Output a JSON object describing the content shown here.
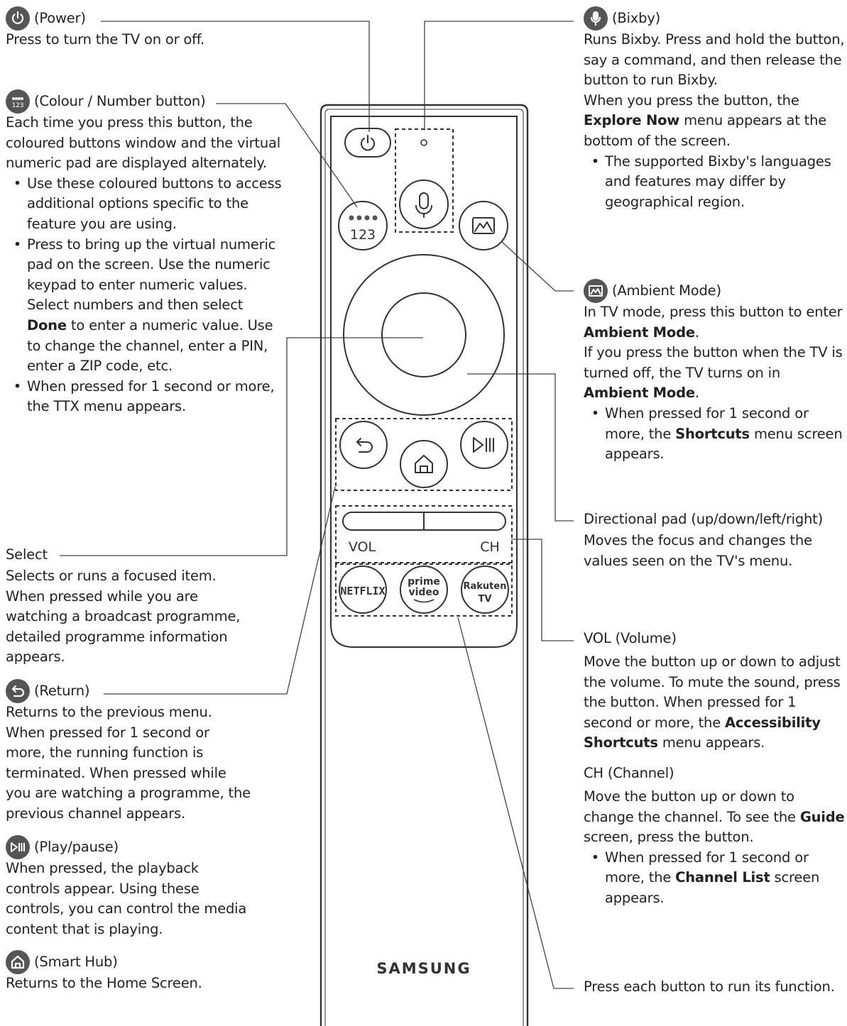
{
  "power": {
    "title": "(Power)",
    "desc": "Press to turn the TV on or off."
  },
  "colour": {
    "title": "(Colour / Number button)",
    "desc": "Each time you press this button, the coloured buttons window and the virtual numeric pad are displayed alternately.",
    "bullet1": "Use these coloured buttons to access additional options specific to the feature you are using.",
    "bullet2_a": "Press to bring up the virtual numeric pad on the screen. Use the numeric keypad to enter numeric values. Select numbers and then select ",
    "bullet2_bold": "Done",
    "bullet2_b": " to enter a numeric value. Use to change the channel, enter a PIN, enter a ZIP code, etc.",
    "bullet3": "When pressed for 1 second or more, the TTX menu appears."
  },
  "select": {
    "title": "Select",
    "desc": "Selects or runs a focused item. When pressed while you are watching a broadcast programme, detailed programme information appears."
  },
  "return": {
    "title": "(Return)",
    "desc": "Returns to the previous menu. When pressed for 1 second or more, the running function is terminated. When pressed while you are watching a programme, the previous channel appears."
  },
  "playpause": {
    "title": "(Play/pause)",
    "desc": "When pressed, the playback controls appear. Using these controls, you can control the media content that is playing."
  },
  "smarthub": {
    "title": "(Smart Hub)",
    "desc": "Returns to the Home Screen."
  },
  "bixby": {
    "title": "(Bixby)",
    "desc1": "Runs Bixby. Press and hold the button, say a command, and then release the button to run Bixby.",
    "desc2_a": "When you press the button, the ",
    "desc2_bold": "Explore Now",
    "desc2_b": " menu appears at the bottom of the screen.",
    "bullet": "The supported Bixby's languages and features may differ by geographical region."
  },
  "ambient": {
    "title": "(Ambient Mode)",
    "desc1_a": "In TV mode, press this button to enter ",
    "desc1_bold": "Ambient Mode",
    "desc1_b": ".",
    "desc2_a": "If you press the button when the TV is turned off, the TV turns on in ",
    "desc2_bold": "Ambient Mode",
    "desc2_b": ".",
    "bullet_a": "When pressed for 1 second or more, the ",
    "bullet_bold": "Shortcuts",
    "bullet_b": " menu screen appears."
  },
  "dpad": {
    "title": "Directional pad (up/down/left/right)",
    "desc": "Moves the focus and changes the values seen on the TV's menu."
  },
  "vol": {
    "title": "VOL (Volume)",
    "desc_a": "Move the button up or down to adjust the volume. To mute the sound, press the button. When pressed for 1 second or more, the ",
    "desc_bold": "Accessibility Shortcuts",
    "desc_b": " menu appears."
  },
  "ch": {
    "title": "CH (Channel)",
    "desc_a": "Move the button up or down to change the channel. To see the ",
    "desc_bold": "Guide",
    "desc_b": " screen, press the button.",
    "bullet_a": "When pressed for 1 second or more, the ",
    "bullet_bold": "Channel List",
    "bullet_b": " screen appears."
  },
  "apps": {
    "desc": "Press each button to run its function."
  },
  "remote": {
    "brand": "SAMSUNG",
    "numpad_label": "123",
    "vol_label": "VOL",
    "ch_label": "CH",
    "netflix_label": "NETFLIX",
    "prime_line1": "prime",
    "prime_line2": "video",
    "rakuten_line1": "Rakuten",
    "rakuten_line2": "TV"
  }
}
